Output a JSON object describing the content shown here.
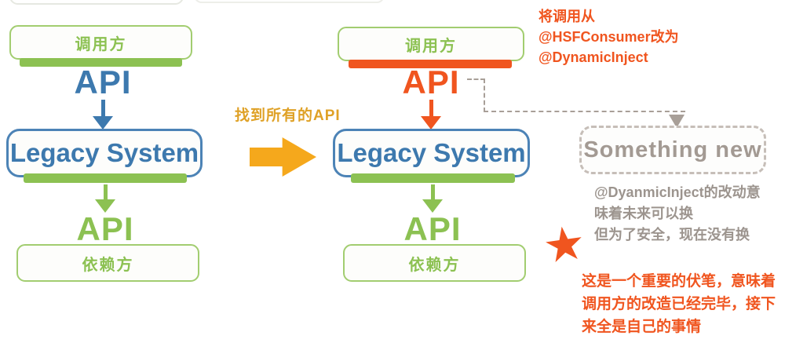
{
  "colors": {
    "green": "#8CC152",
    "green_border": "#A2CD70",
    "blue": "#3D79AE",
    "blue_border": "#4C83B6",
    "orange": "#F0551F",
    "amber": "#F5A81C",
    "amber_text": "#DFA126",
    "taupe_text": "#A39A93",
    "taupe_border": "#C6BEB8",
    "gray_note": "#9C948E",
    "connector": "#A89F98",
    "node_fill": "#FDFDFB"
  },
  "left_diagram": {
    "caller": "调用方",
    "api_top": "API",
    "system": "Legacy System",
    "api_bottom": "API",
    "dependent": "依赖方"
  },
  "center_diagram": {
    "caller": "调用方",
    "api_top": "API",
    "system": "Legacy System",
    "api_bottom": "API",
    "dependent": "依赖方"
  },
  "transform_label": "找到所有的API",
  "annotations": {
    "change_note_line1": "将调用从",
    "change_note_line2": "@HSFConsumer改为",
    "change_note_line3": "@DynamicInject",
    "something_new": "Something new",
    "gray_note_line1": "@DyanmicInject的改动意",
    "gray_note_line2": "味着未来可以换",
    "gray_note_line3": "但为了安全，现在没有换",
    "star": "★",
    "red_note_line1": "这是一个重要的伏笔，意味着",
    "red_note_line2": "调用方的改造已经完毕，接下",
    "red_note_line3": "来全是自己的事情"
  }
}
